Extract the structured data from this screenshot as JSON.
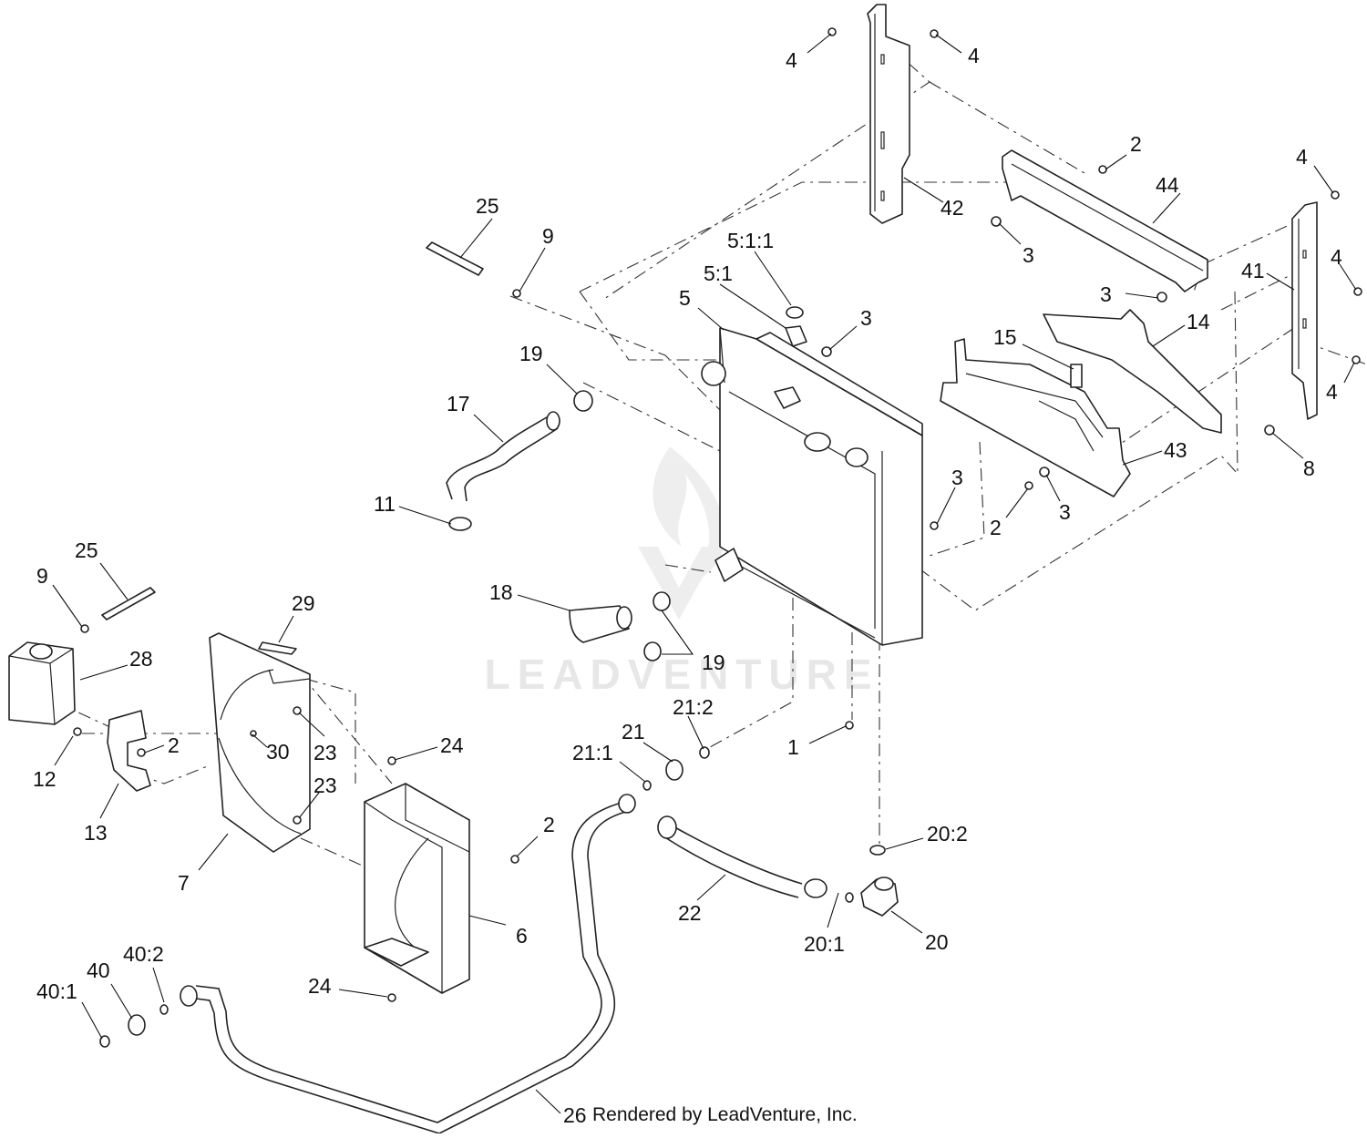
{
  "diagram": {
    "credit": "Rendered by LeadVenture, Inc.",
    "watermark": "LEADVENTURE",
    "callouts": [
      {
        "id": "c1",
        "label": "4"
      },
      {
        "id": "c2",
        "label": "4"
      },
      {
        "id": "c3",
        "label": "42"
      },
      {
        "id": "c4",
        "label": "2"
      },
      {
        "id": "c5",
        "label": "44"
      },
      {
        "id": "c6",
        "label": "3"
      },
      {
        "id": "c7",
        "label": "4"
      },
      {
        "id": "c8",
        "label": "4"
      },
      {
        "id": "c9",
        "label": "41"
      },
      {
        "id": "c10",
        "label": "3"
      },
      {
        "id": "c11",
        "label": "14"
      },
      {
        "id": "c12",
        "label": "4"
      },
      {
        "id": "c13",
        "label": "15"
      },
      {
        "id": "c14",
        "label": "8"
      },
      {
        "id": "c15",
        "label": "43"
      },
      {
        "id": "c16",
        "label": "3"
      },
      {
        "id": "c17",
        "label": "2"
      },
      {
        "id": "c18",
        "label": "3"
      },
      {
        "id": "c19",
        "label": "25"
      },
      {
        "id": "c20",
        "label": "9"
      },
      {
        "id": "c21",
        "label": "5:1:1"
      },
      {
        "id": "c22",
        "label": "5:1"
      },
      {
        "id": "c23",
        "label": "5"
      },
      {
        "id": "c24",
        "label": "3"
      },
      {
        "id": "c25",
        "label": "19"
      },
      {
        "id": "c26",
        "label": "17"
      },
      {
        "id": "c27",
        "label": "11"
      },
      {
        "id": "c28",
        "label": "18"
      },
      {
        "id": "c29",
        "label": "19"
      },
      {
        "id": "c30",
        "label": "25"
      },
      {
        "id": "c31",
        "label": "9"
      },
      {
        "id": "c32",
        "label": "28"
      },
      {
        "id": "c33",
        "label": "29"
      },
      {
        "id": "c34",
        "label": "2"
      },
      {
        "id": "c35",
        "label": "30"
      },
      {
        "id": "c36",
        "label": "23"
      },
      {
        "id": "c37",
        "label": "12"
      },
      {
        "id": "c38",
        "label": "13"
      },
      {
        "id": "c39",
        "label": "24"
      },
      {
        "id": "c40",
        "label": "23"
      },
      {
        "id": "c41",
        "label": "21:2"
      },
      {
        "id": "c42",
        "label": "21"
      },
      {
        "id": "c43",
        "label": "21:1"
      },
      {
        "id": "c44",
        "label": "1"
      },
      {
        "id": "c45",
        "label": "2"
      },
      {
        "id": "c46",
        "label": "7"
      },
      {
        "id": "c47",
        "label": "6"
      },
      {
        "id": "c48",
        "label": "20:2"
      },
      {
        "id": "c49",
        "label": "22"
      },
      {
        "id": "c50",
        "label": "20:1"
      },
      {
        "id": "c51",
        "label": "20"
      },
      {
        "id": "c52",
        "label": "24"
      },
      {
        "id": "c53",
        "label": "40:2"
      },
      {
        "id": "c54",
        "label": "40"
      },
      {
        "id": "c55",
        "label": "40:1"
      },
      {
        "id": "c56",
        "label": "26"
      }
    ]
  }
}
